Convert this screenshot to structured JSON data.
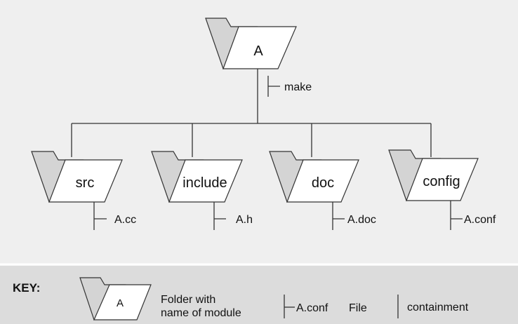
{
  "diagram": {
    "root": {
      "name": "A",
      "file": "make"
    },
    "children": [
      {
        "name": "src",
        "file": "A.cc"
      },
      {
        "name": "include",
        "file": "A.h"
      },
      {
        "name": "doc",
        "file": "A.doc"
      },
      {
        "name": "config",
        "file": "A.conf"
      }
    ]
  },
  "key": {
    "heading": "KEY:",
    "folder_sample": "A",
    "folder_desc_line1": "Folder with",
    "folder_desc_line2": "name of module",
    "file_sample": "A.conf",
    "file_desc": "File",
    "containment_desc": "containment"
  },
  "colors": {
    "background": "#efefef",
    "key_background": "#dcdcdc",
    "folder_back": "#d4d4d4",
    "folder_front": "#ffffff",
    "line": "#333333"
  }
}
